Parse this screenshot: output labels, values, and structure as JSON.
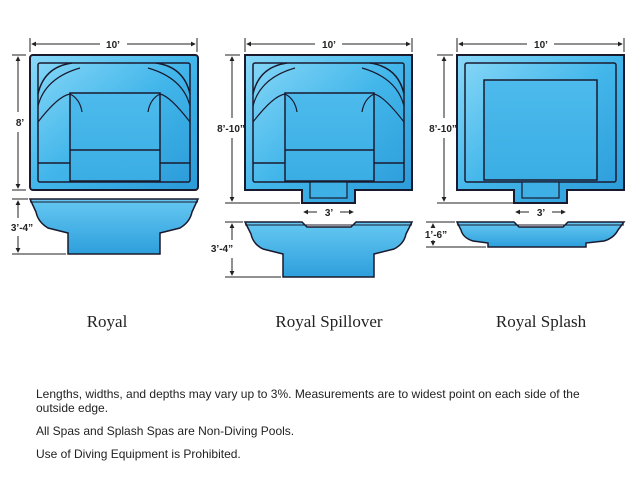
{
  "pools": [
    {
      "name": "Royal",
      "dims": {
        "width": "10’",
        "length": "8’",
        "depth": "3’-4”"
      }
    },
    {
      "name": "Royal Spillover",
      "dims": {
        "width": "10’",
        "length": "8’-10”",
        "spillover": "3’",
        "depth": "3’-4”"
      }
    },
    {
      "name": "Royal Splash",
      "dims": {
        "width": "10’",
        "length": "8’-10”",
        "spillover": "3’",
        "depth": "1’-6”"
      }
    }
  ],
  "notes": [
    "Lengths, widths, and depths may vary up to 3%. Measurements are to widest point on each side of the outside edge.",
    "All Spas and Splash Spas are Non-Diving Pools.",
    "Use of Diving Equipment is Prohibited."
  ],
  "colors": {
    "water_light": "#7fd4f7",
    "water_mid": "#3fb4ea",
    "water_dark": "#1a8fd0",
    "outline": "#1a1a2e",
    "dimension": "#222222"
  }
}
